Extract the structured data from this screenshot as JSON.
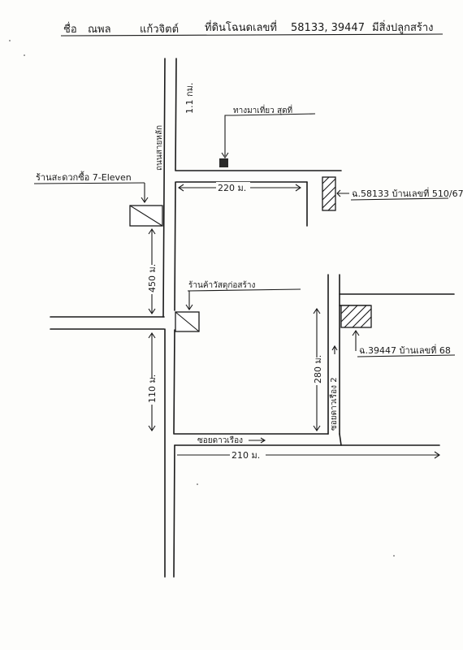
{
  "header": {
    "name_label": "ชื่อ",
    "name": "ณพล",
    "surname": "แก้วจิตต์",
    "property_label": "ที่ดินโฉนดเลขที่",
    "deeds": "58133, 39447",
    "purpose": "มีสิ่งปลูกสร้าง"
  },
  "labels": {
    "main_road": "ถนนสายหลัก",
    "main_road_distance": "1.1 กม.",
    "landmark_top": "ทางมาเที่ยว สุดที่",
    "house_top": "ฉ.58133 บ้านเลขที่ 510/67",
    "store_711": "ร้านสะดวกซื้อ 7-Eleven",
    "distance_top": "220 ม.",
    "distance_left_upper": "450 ม.",
    "shop_middle": "ร้านค้าวัสดุก่อสร้าง",
    "distance_right": "280 ม.",
    "soi_right": "ซอยดาวเรือง 2",
    "house_right": "ฉ.39447 บ้านเลขที่ 68",
    "distance_left_lower": "110 ม.",
    "soi_bottom": "ซอยดาวเรือง",
    "distance_bottom": "210 ม."
  },
  "colors": {
    "ink": "#1a1a1a",
    "paper": "#fdfdfb"
  }
}
